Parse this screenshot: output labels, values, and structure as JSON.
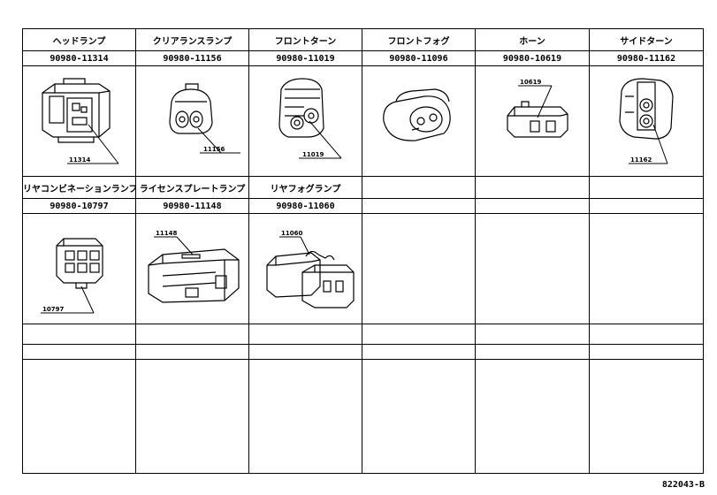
{
  "row1": [
    {
      "name": "ヘッドランプ",
      "part_number": "90980-11314",
      "label": "11314"
    },
    {
      "name": "クリアランスランプ",
      "part_number": "90980-11156",
      "label": "11156"
    },
    {
      "name": "フロントターン",
      "part_number": "90980-11019",
      "label": "11019"
    },
    {
      "name": "フロントフォグ",
      "part_number": "90980-11096",
      "label": ""
    },
    {
      "name": "ホーン",
      "part_number": "90980-10619",
      "label": "10619"
    },
    {
      "name": "サイドターン",
      "part_number": "90980-11162",
      "label": "11162"
    }
  ],
  "row2": [
    {
      "name": "リヤコンビネーションランプ",
      "part_number": "90980-10797",
      "label": "10797"
    },
    {
      "name": "ライセンスプレートランプ",
      "part_number": "90980-11148",
      "label": "11148"
    },
    {
      "name": "リヤフォグランプ",
      "part_number": "90980-11060",
      "label": "11060"
    }
  ],
  "footer_code": "822043-B"
}
